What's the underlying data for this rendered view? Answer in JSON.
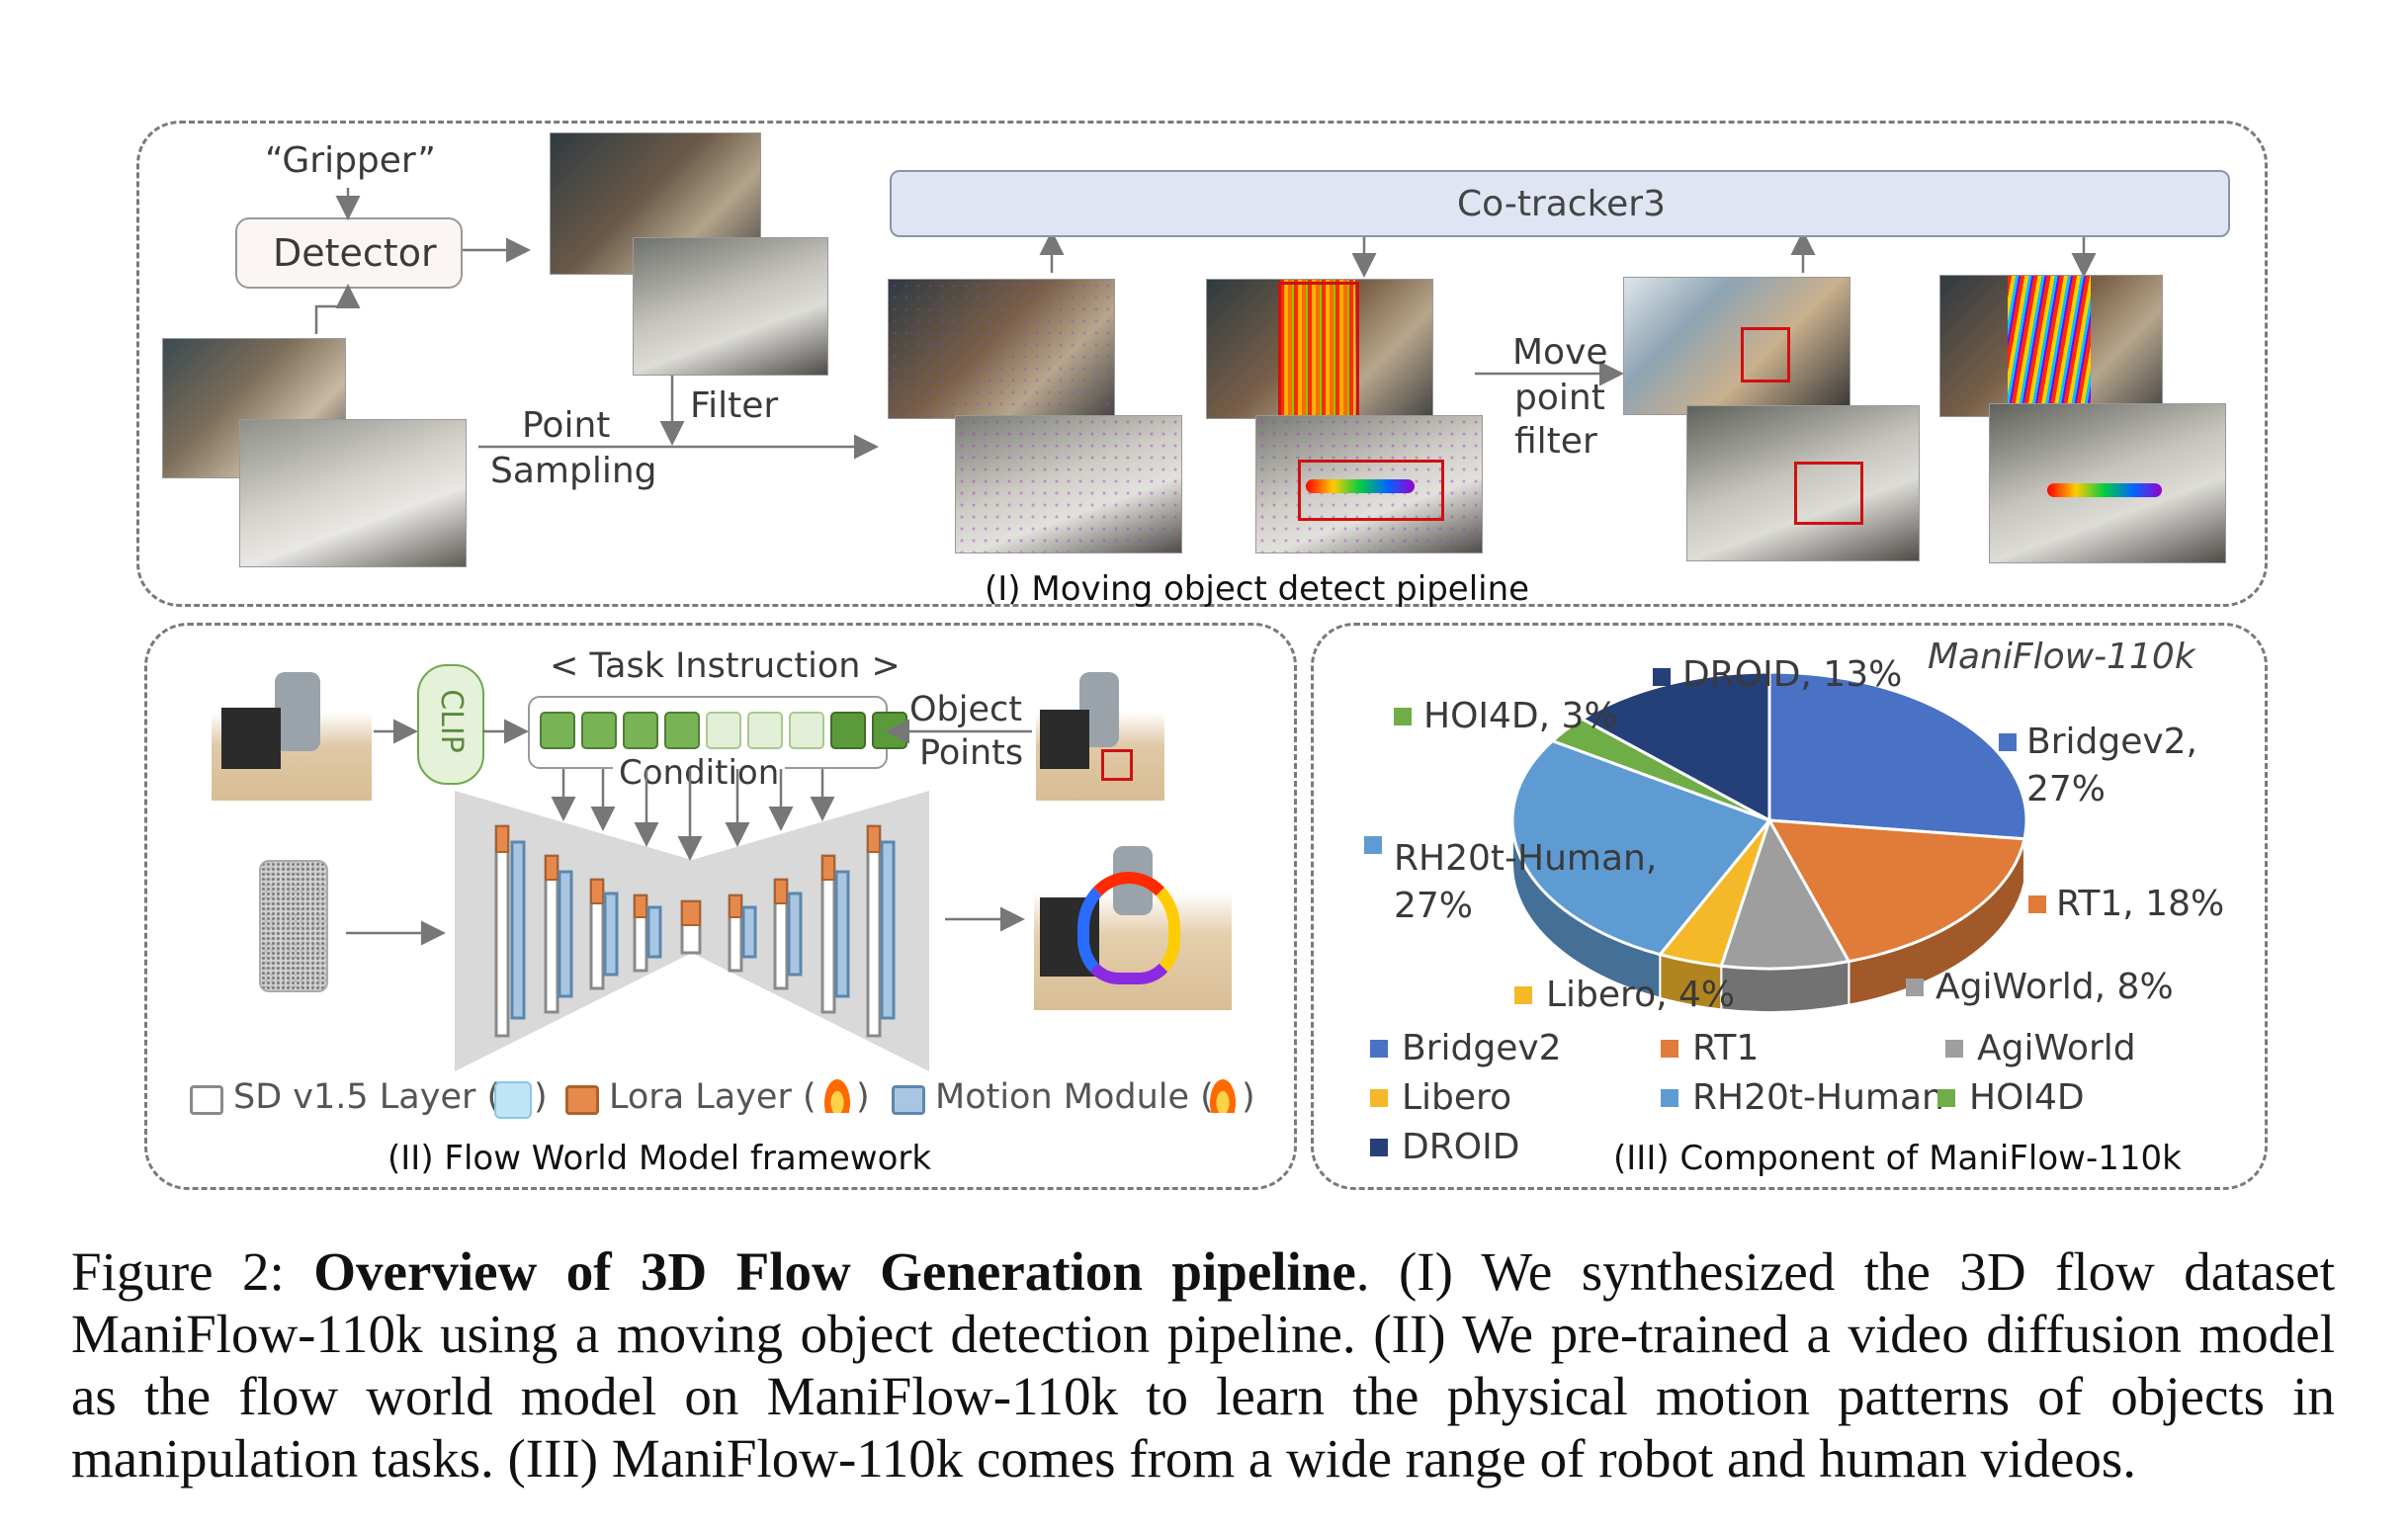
{
  "panel1": {
    "gripper_label": "“Gripper”",
    "detector_label": "Detector",
    "filter_label": "Filter",
    "point_label": "Point",
    "sampling_label": "Sampling",
    "cotracker_label": "Co-tracker3",
    "move_label": "Move",
    "point2_label": "point",
    "filter2_label": "filter",
    "title": "(I) Moving object detect pipeline"
  },
  "panel2": {
    "task_instruction": "< Task Instruction >",
    "clip_label": "CLIP",
    "object_label": "Object",
    "points_label": "Points",
    "condition_label": "Condition",
    "legend_sd": "SD v1.5 Layer (",
    "legend_lora": "Lora Layer (",
    "legend_motion": "Motion Module (",
    "legend_close": ")",
    "title": "(II) Flow World Model framework",
    "colors": {
      "lora": "#e58a4c",
      "motion": "#6b9cc5",
      "sd": "#8a8a8a",
      "condition": "#6fa84f"
    }
  },
  "panel3": {
    "dataset_title": "ManiFlow-110k",
    "title": "(III) Component of ManiFlow-110k"
  },
  "chart_data": {
    "type": "pie",
    "title": "ManiFlow-110k",
    "categories": [
      "Bridgev2",
      "RT1",
      "AgiWorld",
      "Libero",
      "RH20t-Human",
      "HOI4D",
      "DROID"
    ],
    "values": [
      27,
      18,
      8,
      4,
      27,
      3,
      13
    ],
    "slice_labels": [
      "Bridgev2,",
      "27%",
      "RT1, 18%",
      "AgiWorld, 8%",
      "Libero, 4%",
      "RH20t-Human,",
      "27%",
      "HOI4D, 3%",
      "DROID, 13%"
    ],
    "colors": [
      "#4a72c4",
      "#e07b39",
      "#9e9e9e",
      "#f5b829",
      "#5f9bd3",
      "#6fad47",
      "#253f78"
    ],
    "legend_placement": "bottom",
    "style": "3d"
  },
  "caption": {
    "prefix": "Figure 2: ",
    "bold": "Overview of 3D Flow Generation pipeline",
    "body": ". (I) We synthesized the 3D flow dataset ManiFlow-110k using a moving object detection pipeline. (II) We pre-trained a video diffusion model as the flow world model on ManiFlow-110k to learn the physical motion patterns of objects in manipulation tasks. (III) ManiFlow-110k comes from a wide range of robot and human videos."
  }
}
